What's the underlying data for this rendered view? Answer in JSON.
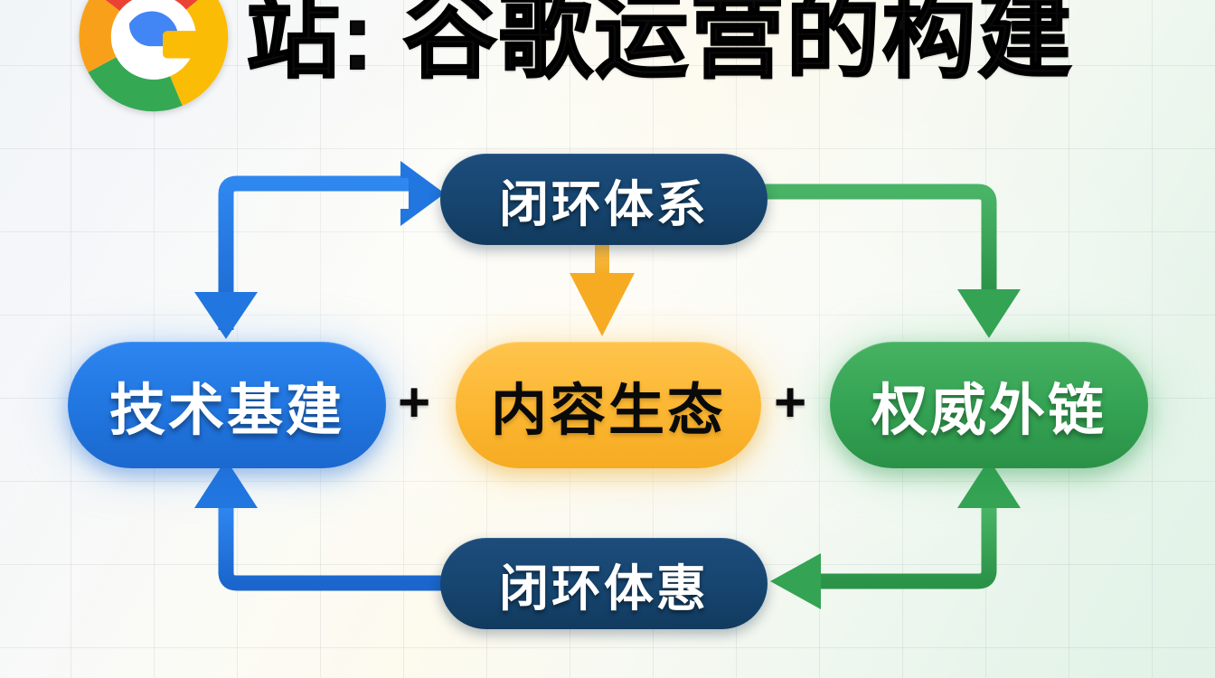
{
  "header": {
    "logo_icon": "google-chrome-g-icon",
    "title": "站: 谷歌运营的构建"
  },
  "diagram": {
    "type": "cycle-flow",
    "nodes": [
      {
        "id": "top",
        "label": "闭环体系",
        "color": "#16456f",
        "text_color": "#ffffff",
        "role": "closed-loop-system"
      },
      {
        "id": "left",
        "label": "技术基建",
        "color": "#2176e0",
        "text_color": "#ffffff",
        "role": "technical-infrastructure"
      },
      {
        "id": "center",
        "label": "内容生态",
        "color": "#fcb733",
        "text_color": "#0a0a0a",
        "role": "content-ecosystem"
      },
      {
        "id": "right",
        "label": "权威外链",
        "color": "#34a353",
        "text_color": "#ffffff",
        "role": "authoritative-backlinks"
      },
      {
        "id": "bottom",
        "label": "闭环体惠",
        "color": "#16456f",
        "text_color": "#ffffff",
        "role": "closed-loop-benefit"
      }
    ],
    "operators": [
      {
        "id": "plus-1",
        "label": "+"
      },
      {
        "id": "plus-2",
        "label": "+"
      }
    ],
    "connectors": [
      {
        "id": "left-up-to-top",
        "from": "left",
        "to": "top",
        "color": "#2176e0",
        "shape": "elbow",
        "arrows": [
          "right",
          "down"
        ]
      },
      {
        "id": "top-down-to-center",
        "from": "top",
        "to": "center",
        "color": "#f6ab22",
        "shape": "straight",
        "arrows": [
          "down"
        ]
      },
      {
        "id": "top-right-to-right",
        "from": "top",
        "to": "right",
        "color": "#34a353",
        "shape": "elbow",
        "arrows": [
          "down"
        ]
      },
      {
        "id": "bottom-left-to-left",
        "from": "bottom",
        "to": "left",
        "color": "#2176e0",
        "shape": "elbow",
        "arrows": [
          "up"
        ]
      },
      {
        "id": "right-down-to-bottom",
        "from": "right",
        "to": "bottom",
        "color": "#34a353",
        "shape": "elbow",
        "arrows": [
          "left",
          "up"
        ]
      }
    ]
  },
  "colors": {
    "navy": "#16456f",
    "blue": "#2176e0",
    "amber": "#fcb733",
    "green": "#34a353",
    "black": "#0a0a0a",
    "background_left": "#f2f5f8",
    "background_mid": "#fdfaee",
    "background_right": "#e2f2e7"
  }
}
